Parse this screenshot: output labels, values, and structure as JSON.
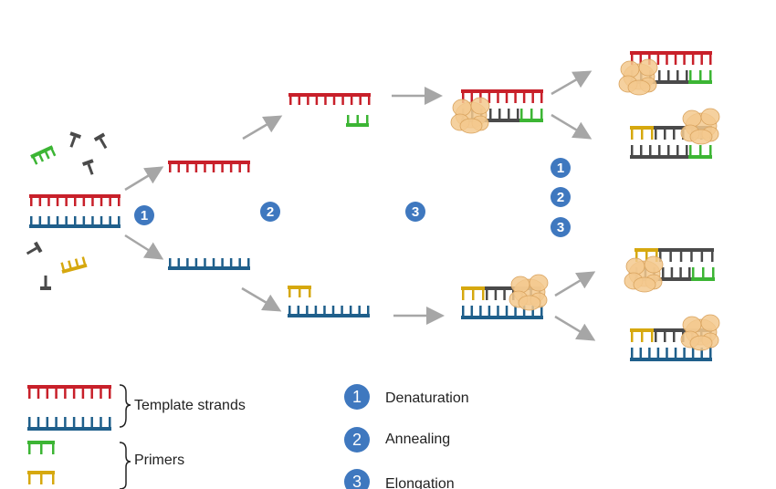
{
  "colors": {
    "template_red": "#c8202a",
    "template_blue": "#1f5f8b",
    "primer_green": "#3cb534",
    "primer_yellow": "#d6a80f",
    "new_strand_gray": "#4a4a4a",
    "polymerase": "#f3c98e",
    "step_badge": "#3f78bf",
    "arrow": "#a6a6a6"
  },
  "step_badges": [
    "1",
    "2",
    "3"
  ],
  "legend": {
    "strands": [
      {
        "key": "template",
        "label": "Template strands"
      },
      {
        "key": "primers",
        "label": "Primers"
      }
    ],
    "steps": [
      {
        "number": "1",
        "label": "Denaturation"
      },
      {
        "number": "2",
        "label": "Annealing"
      },
      {
        "number": "3",
        "label": "Elongation"
      }
    ]
  },
  "icons": [
    "free-nucleotide-icon",
    "dna-polymerase-icon",
    "step-badge-icon",
    "curly-brace-icon"
  ]
}
